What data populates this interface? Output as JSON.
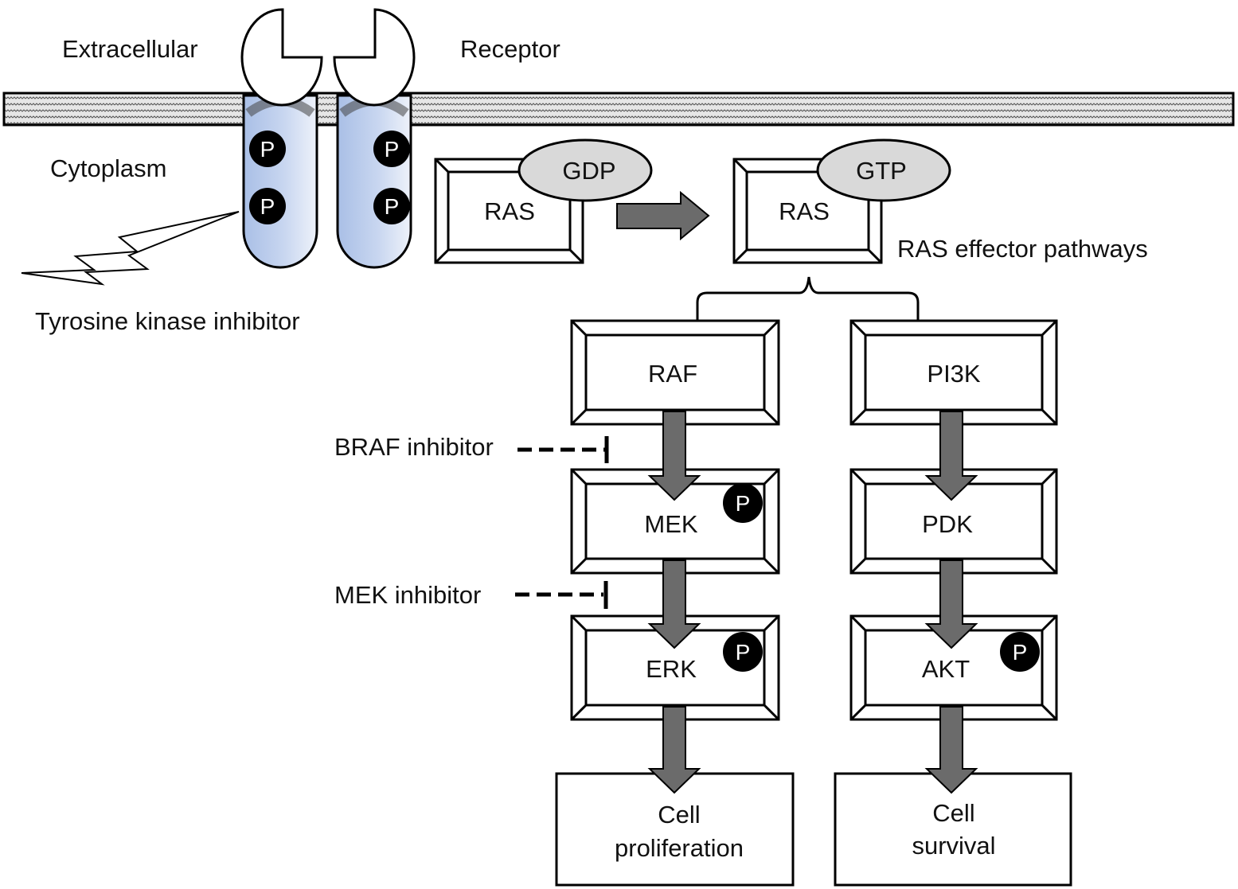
{
  "labels": {
    "extracellular": "Extracellular",
    "receptor": "Receptor",
    "cytoplasm": "Cytoplasm",
    "tki": "Tyrosine kinase inhibitor",
    "ras_effector": "RAS effector pathways",
    "braf_inhibitor": "BRAF inhibitor",
    "mek_inhibitor": "MEK inhibitor"
  },
  "ras_inactive": {
    "name": "RAS",
    "nucleotide": "GDP"
  },
  "ras_active": {
    "name": "RAS",
    "nucleotide": "GTP"
  },
  "phospho_symbol": "P",
  "pathways": {
    "mapk": {
      "raf": "RAF",
      "mek": "MEK",
      "erk": "ERK",
      "outcome_line1": "Cell",
      "outcome_line2": "proliferation"
    },
    "pi3k": {
      "pi3k": "PI3K",
      "pdk": "PDK",
      "akt": "AKT",
      "outcome_line1": "Cell",
      "outcome_line2": "survival"
    }
  },
  "colors": {
    "receptor_fill": "#b6c8e8",
    "arrow_fill": "#6b6b6b",
    "ellipse_fill": "#d9d9d9",
    "phospho_fill": "#000000"
  }
}
